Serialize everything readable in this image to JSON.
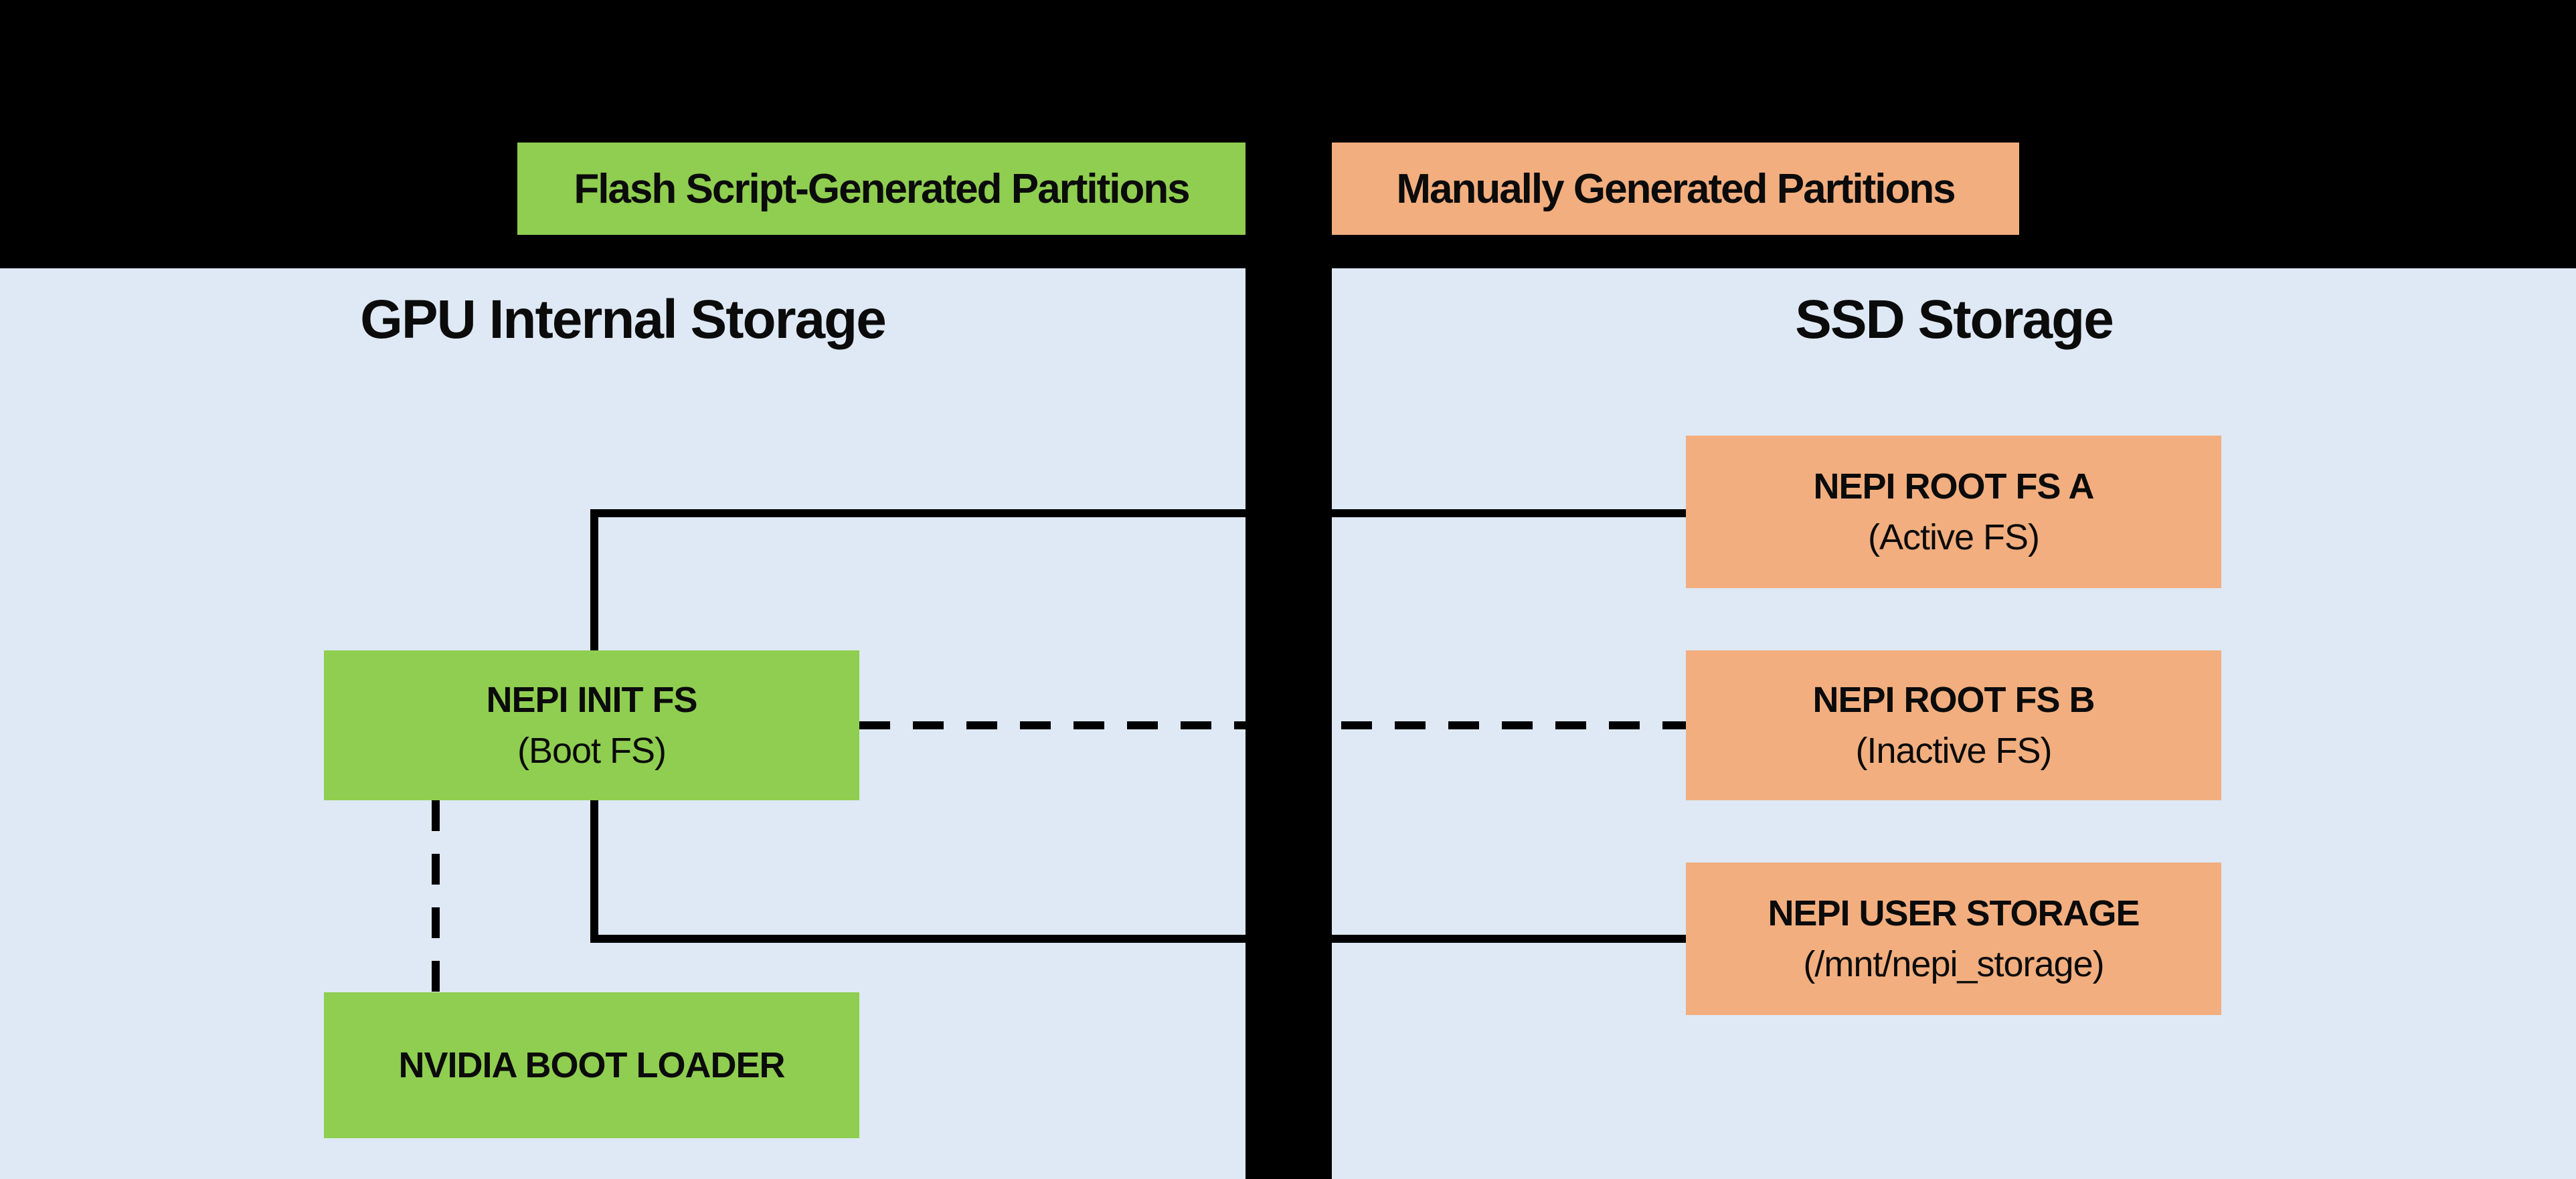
{
  "diagram": {
    "legend": [
      {
        "label": "Flash Script-Generated Partitions",
        "color": "#8FCE50"
      },
      {
        "label": "Manually Generated Partitions",
        "color": "#F2AE7F"
      }
    ],
    "panels": {
      "left": {
        "title": "GPU Internal Storage",
        "nodes": [
          {
            "title": "NEPI INIT FS",
            "subtitle": "(Boot FS)"
          },
          {
            "title": "NVIDIA BOOT LOADER",
            "subtitle": ""
          }
        ]
      },
      "right": {
        "title": "SSD Storage",
        "nodes": [
          {
            "title": "NEPI ROOT FS A",
            "subtitle": "(Active FS)"
          },
          {
            "title": "NEPI ROOT FS B",
            "subtitle": "(Inactive FS)"
          },
          {
            "title": "NEPI USER STORAGE",
            "subtitle": "(/mnt/nepi_storage)"
          }
        ]
      }
    },
    "connections": [
      {
        "from": "NEPI INIT FS",
        "to": "NEPI ROOT FS A",
        "style": "solid"
      },
      {
        "from": "NEPI INIT FS",
        "to": "NEPI USER STORAGE",
        "style": "solid"
      },
      {
        "from": "NEPI INIT FS",
        "to": "NEPI ROOT FS B",
        "style": "dashed"
      },
      {
        "from": "NEPI INIT FS",
        "to": "NVIDIA BOOT LOADER",
        "style": "dashed"
      }
    ],
    "colors": {
      "background": "#000000",
      "panel": "#DEE9F5",
      "flash_generated": "#8FCE50",
      "manual_generated": "#F2AE7F",
      "line": "#000000"
    }
  }
}
